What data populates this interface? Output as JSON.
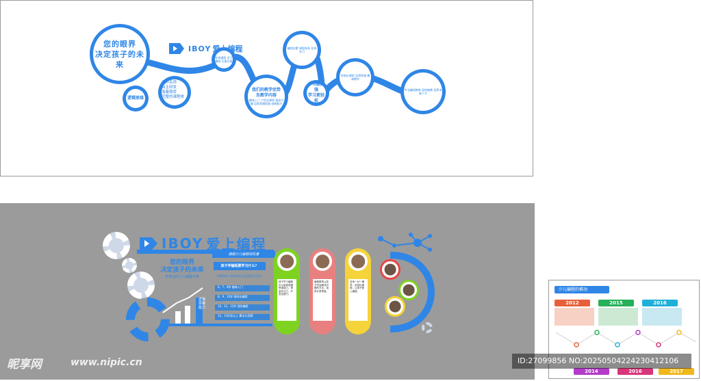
{
  "top": {
    "headline_1": "您的眼界",
    "headline_2": "决定孩子的未来",
    "logo_mark": "IBOY",
    "logo_text": "爱上编程",
    "logic_label": "逻辑思维",
    "list_items": [
      "海外名师",
      "自主研发",
      "海量题库",
      "完整的课程体系"
    ],
    "bubble_small_text": "在线课程 学习编程 无限可能",
    "bubble_center_title_1": "我们的教学优势",
    "bubble_center_title_2": "及教学内容",
    "bubble_center_body": "趣味入门 个性化课程 激发兴趣 培养逻辑思维 创新能力",
    "bubble_top_text": "编程启蒙 课程体系 在线学习",
    "bubble_learn_1": "学习能力强",
    "bubble_learn_2": "学习更轻松",
    "bubble_right1_text": "系统化课程 名师授课 趣味教学",
    "bubble_right2_text": "专业编程教育 因材施教 培养未来人才"
  },
  "bottom": {
    "logo_mark": "IBOY",
    "logo_text": "爱上编程",
    "tagline": "湖南少儿编程领先者",
    "headline_1": "您的眼界",
    "headline_2": "决定孩子的未来",
    "sub_headline": "您身边的少儿编程专家",
    "question": "孩子学编程要学习什么？",
    "question_sub": "不要将成人培训的方法运用在孩子身上",
    "strip_items": [
      "6、7、8岁 趣味入门",
      "8、9、10岁 图形化编程",
      "10、11、12岁 进阶编程",
      "12、13岁及以上 算法与竞赛"
    ],
    "vertical_label": "逻辑思维能力",
    "pill_text_1": "孩子学习编程可以培养逻辑思维能力，提高专注力，开发创造力。",
    "pill_text_2": "编程教育让孩子学会解决问题的方法，培养计算思维。",
    "pill_text_3": "名师一对一辅导，系统化课程，让孩子爱上编程。"
  },
  "right": {
    "title": "少儿编程的推动",
    "years_top": [
      "2012",
      "2015",
      "2016"
    ],
    "years_bottom": [
      "2014",
      "2016",
      "2017"
    ],
    "colors": [
      "#e8603a",
      "#27b05a",
      "#1fb0d8"
    ],
    "colors_bottom": [
      "#b43bc9",
      "#d8357a",
      "#f0b81c"
    ]
  },
  "watermark": {
    "logo": "昵享网",
    "url": "www.nipic.cn",
    "id": "ID:27099856 NO:20250504224230412106"
  }
}
